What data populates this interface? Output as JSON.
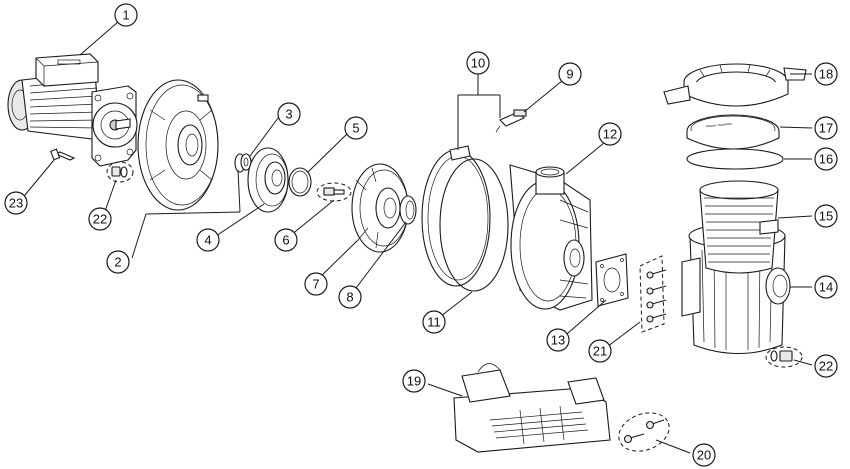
{
  "callouts": [
    {
      "id": "1",
      "label": "1"
    },
    {
      "id": "2",
      "label": "2"
    },
    {
      "id": "3",
      "label": "3"
    },
    {
      "id": "4",
      "label": "4"
    },
    {
      "id": "5",
      "label": "5"
    },
    {
      "id": "6",
      "label": "6"
    },
    {
      "id": "7",
      "label": "7"
    },
    {
      "id": "8",
      "label": "8"
    },
    {
      "id": "9",
      "label": "9"
    },
    {
      "id": "10",
      "label": "10"
    },
    {
      "id": "11",
      "label": "11"
    },
    {
      "id": "12",
      "label": "12"
    },
    {
      "id": "13",
      "label": "13"
    },
    {
      "id": "14",
      "label": "14"
    },
    {
      "id": "15",
      "label": "15"
    },
    {
      "id": "16",
      "label": "16"
    },
    {
      "id": "17",
      "label": "17"
    },
    {
      "id": "18",
      "label": "18"
    },
    {
      "id": "19",
      "label": "19"
    },
    {
      "id": "20",
      "label": "20"
    },
    {
      "id": "21",
      "label": "21"
    },
    {
      "id": "22a",
      "label": "22"
    },
    {
      "id": "22b",
      "label": "22"
    },
    {
      "id": "23",
      "label": "23"
    }
  ],
  "colors": {
    "line": "#1a1a1a",
    "fill": "#ffffff",
    "shade": "#e9e9e9"
  }
}
